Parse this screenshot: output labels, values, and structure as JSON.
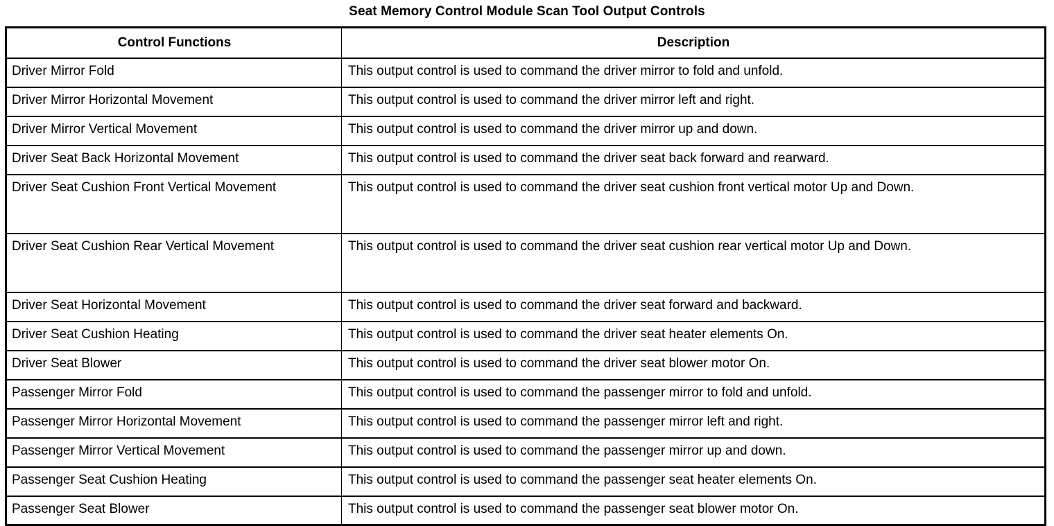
{
  "document": {
    "title": "Seat Memory Control Module Scan Tool Output Controls"
  },
  "table": {
    "headers": {
      "col1": "Control Functions",
      "col2": "Description"
    },
    "rows": [
      {
        "function": "Driver Mirror Fold",
        "description": "This output control is used to command the driver mirror to fold and unfold."
      },
      {
        "function": "Driver Mirror Horizontal Movement",
        "description": "This output control is used to command the driver mirror left and right."
      },
      {
        "function": "Driver Mirror Vertical Movement",
        "description": "This output control is used to command the driver mirror up and down."
      },
      {
        "function": "Driver Seat Back Horizontal Movement",
        "description": "This output control is used to command the driver seat back forward and rearward."
      },
      {
        "function": "Driver Seat Cushion Front Vertical Movement",
        "description": "This output control is used to command the driver seat cushion front vertical motor Up and Down."
      },
      {
        "function": "Driver Seat Cushion Rear Vertical Movement",
        "description": "This output control is used to command the driver seat cushion rear vertical motor Up and Down."
      },
      {
        "function": "Driver Seat Horizontal Movement",
        "description": "This output control is used to command the driver seat forward and backward."
      },
      {
        "function": "Driver Seat Cushion Heating",
        "description": "This output control is used to command the driver seat heater elements On."
      },
      {
        "function": "Driver Seat Blower",
        "description": "This output control is used to command the driver seat blower motor On."
      },
      {
        "function": "Passenger Mirror Fold",
        "description": "This output control is used to command the passenger mirror to fold and unfold."
      },
      {
        "function": "Passenger Mirror Horizontal Movement",
        "description": "This output control is used to command the passenger mirror left and right."
      },
      {
        "function": "Passenger Mirror Vertical Movement",
        "description": "This output control is used to command the passenger mirror up and down."
      },
      {
        "function": "Passenger Seat Cushion Heating",
        "description": "This output control is used to command the passenger seat heater elements On."
      },
      {
        "function": "Passenger Seat Blower",
        "description": "This output control is used to command the passenger seat blower motor On."
      }
    ]
  },
  "colors": {
    "text": "#000000",
    "background": "#ffffff",
    "border": "#000000"
  }
}
